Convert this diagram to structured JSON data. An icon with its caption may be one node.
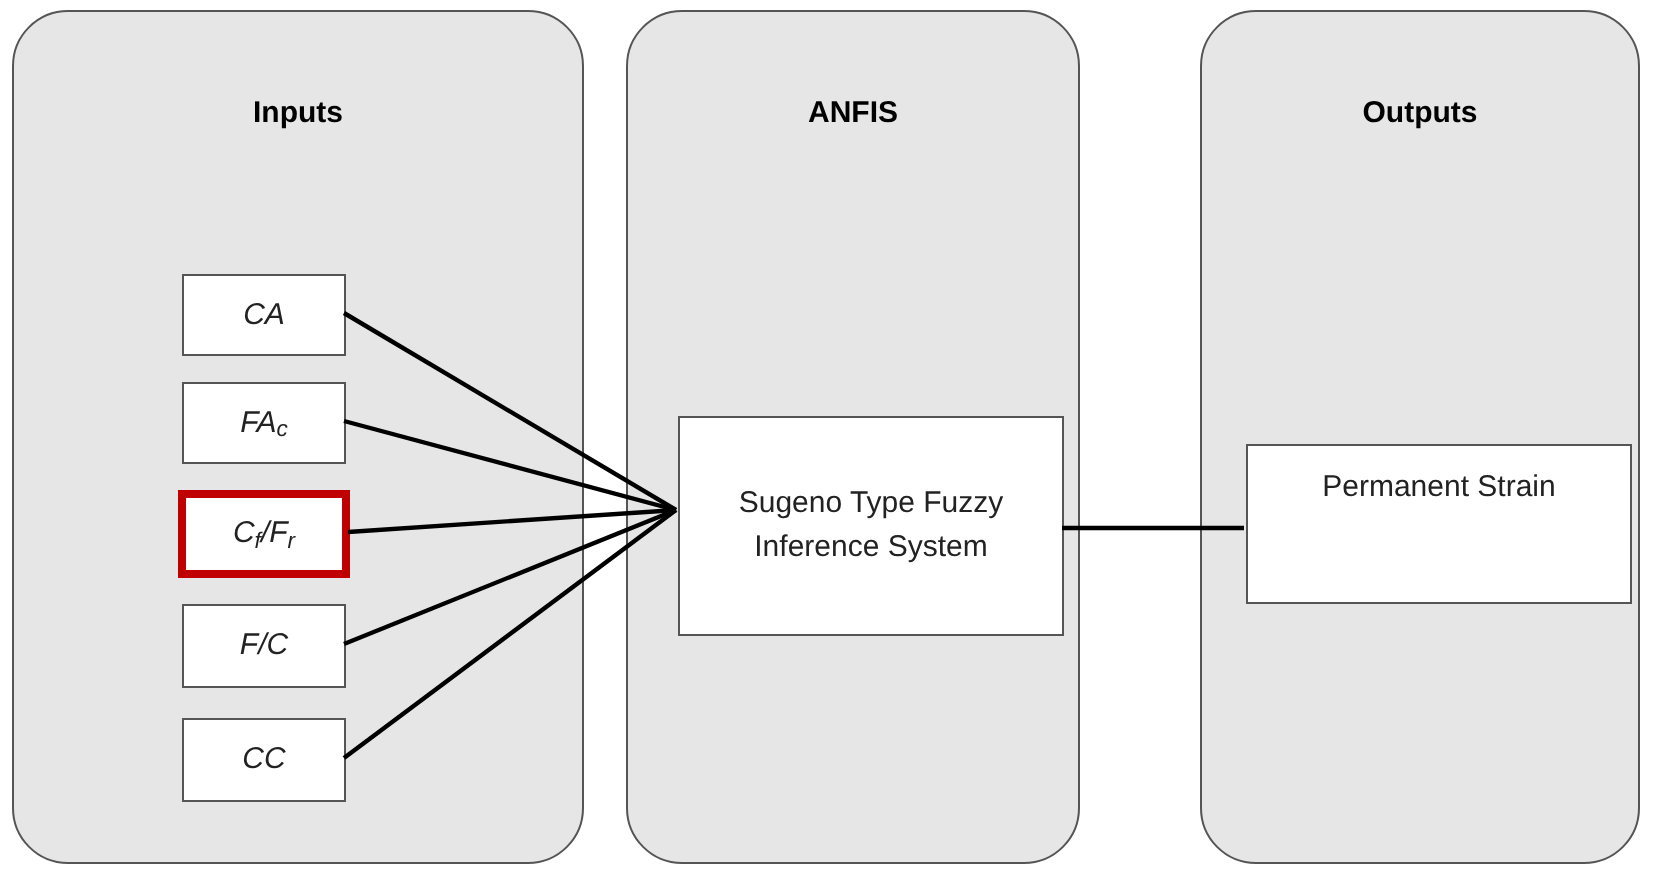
{
  "diagram": {
    "nodes": [
      {
        "text": [
          "Inputs"
        ]
      },
      {
        "text": [
          "CA"
        ],
        "in": 0
      },
      {
        "text": [
          "FA$_{c}$"
        ],
        "in": 0
      },
      {
        "text": [
          "C$_{f}$/F$_{r}$"
        ],
        "in": 0
      },
      {
        "text": [
          "F/C"
        ],
        "in": 0
      },
      {
        "text": [
          "CC"
        ],
        "in": 0
      },
      {
        "text": [
          "ANFIS"
        ]
      },
      {
        "text": [
          "Sugeno Type Fuzzy Inference System"
        ],
        "in": 6
      },
      {
        "text": [
          "Outputs"
        ]
      },
      {
        "text": [
          "Permanent Strain"
        ],
        "in": 8
      }
    ],
    "edges": [
      {
        "from": 1,
        "to": 7,
        "arrow": "none"
      },
      {
        "from": 2,
        "to": 7,
        "arrow": "none"
      },
      {
        "from": 3,
        "to": 7,
        "arrow": "none"
      },
      {
        "from": 4,
        "to": 7,
        "arrow": "none"
      },
      {
        "from": 5,
        "to": 7,
        "arrow": "none"
      },
      {
        "from": 7,
        "to": 9,
        "arrow": "none"
      }
    ]
  }
}
